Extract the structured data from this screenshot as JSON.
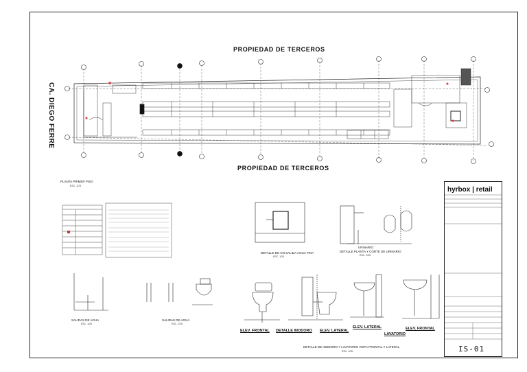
{
  "plan": {
    "north_boundary": "PROPIEDAD DE TERCEROS",
    "south_boundary": "PROPIEDAD DE TERCEROS",
    "street": "CA. DIEGO FERRE",
    "title": "PLANTA PRIMER PISO",
    "scale": "ESC. 1/75"
  },
  "details": {
    "pipe_detail": {
      "caption": "DETALLE DE UN SALIDA AGUA FRIA",
      "scale": "ESC. 1/25"
    },
    "urinal_detail": {
      "label": "URINARIO",
      "caption": "DETALLE PLANTA Y CORTE DE URINARIO",
      "scale": "ESC. 1/25"
    },
    "water_outlets_1": {
      "caption": "SALIDAS DE AGUA",
      "scale": "ESC. 1/25"
    },
    "water_outlets_2": {
      "caption": "SALIDAS DE AGUA",
      "scale": "ESC. 1/25"
    },
    "toilet": {
      "front_label": "ELEV. FRONTAL",
      "detail_label": "DETALLE INODORO",
      "side_label": "ELEV. LATERAL"
    },
    "sink": {
      "side_label": "ELEV. LATERAL",
      "front_label": "ELEV. FRONTAL",
      "group_label": "LAVATORIO"
    },
    "bottom_caption": "DETALLE DE INODORO Y LAVATORIO VISTA FRONTAL Y LATERAL",
    "bottom_scale": "ESC. 1/25"
  },
  "title_block": {
    "logo": "hyrbox | retail",
    "sheet_code": "IS-01"
  }
}
